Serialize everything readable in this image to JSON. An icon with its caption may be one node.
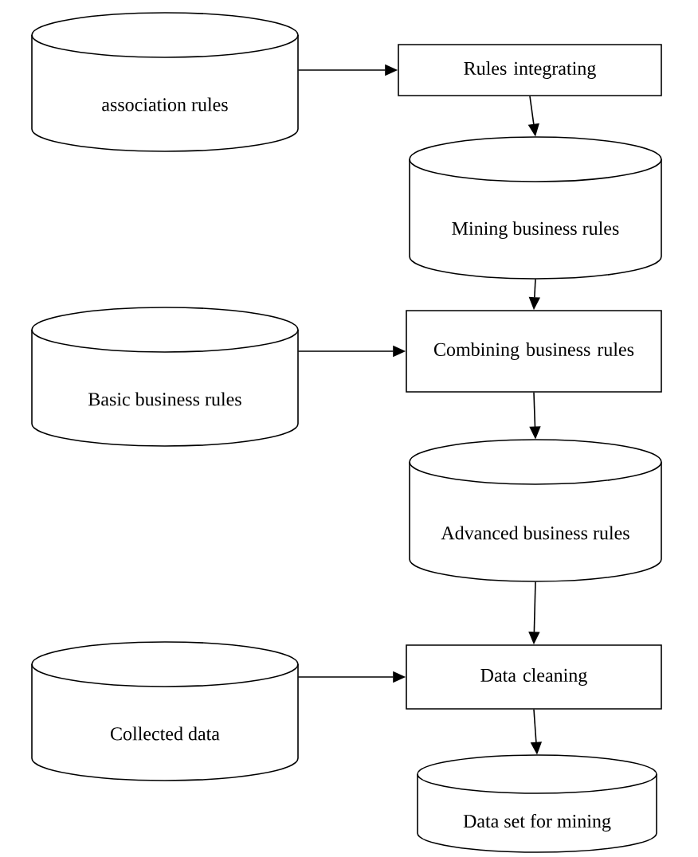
{
  "diagram": {
    "nodes": [
      {
        "text": [
          "association rules"
        ]
      },
      {
        "text": [
          "Rules integrating"
        ]
      },
      {
        "text": [
          "Mining business rules"
        ]
      },
      {
        "text": [
          "Basic business rules"
        ]
      },
      {
        "text": [
          "Combining business rules"
        ]
      },
      {
        "text": [
          "Advanced business rules"
        ]
      },
      {
        "text": [
          "Collected data"
        ]
      },
      {
        "text": [
          "Data cleaning"
        ]
      },
      {
        "text": [
          "Data set for mining"
        ]
      }
    ],
    "edges": [
      {
        "from": 0,
        "to": 1,
        "arrow": "to"
      },
      {
        "from": 1,
        "to": 2,
        "arrow": "to"
      },
      {
        "from": 2,
        "to": 4,
        "arrow": "to"
      },
      {
        "from": 3,
        "to": 4,
        "arrow": "to"
      },
      {
        "from": 4,
        "to": 5,
        "arrow": "to"
      },
      {
        "from": 5,
        "to": 7,
        "arrow": "to"
      },
      {
        "from": 6,
        "to": 7,
        "arrow": "to"
      },
      {
        "from": 7,
        "to": 8,
        "arrow": "to"
      }
    ]
  }
}
